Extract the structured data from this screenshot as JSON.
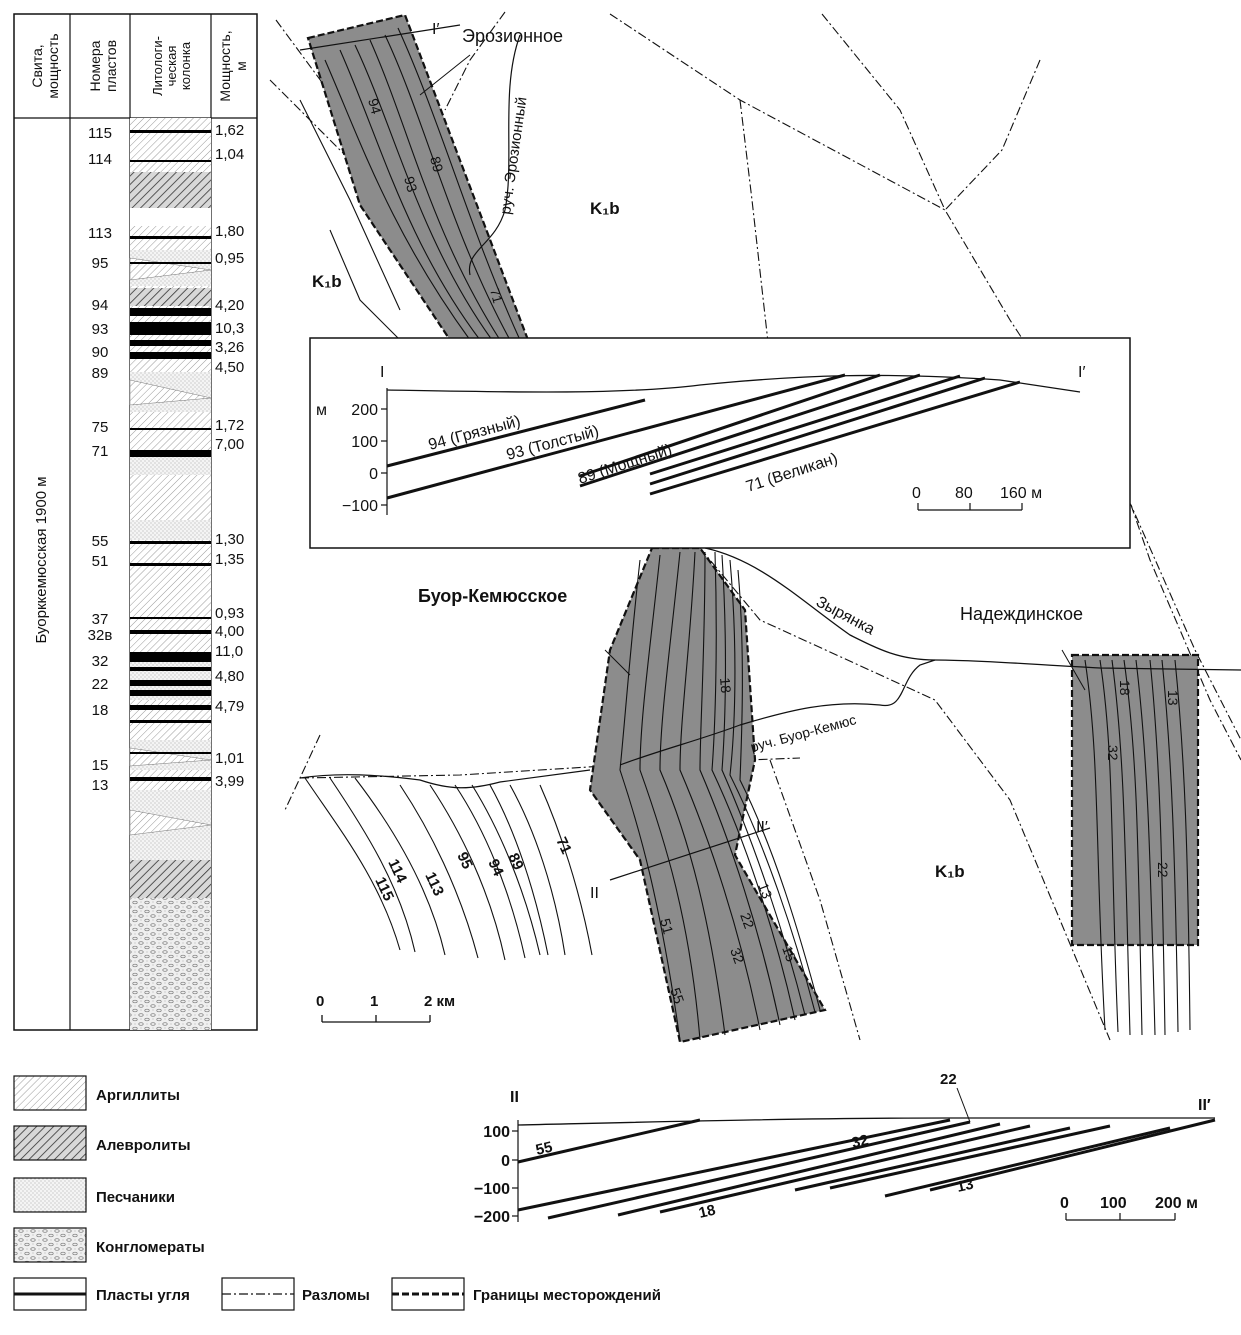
{
  "column": {
    "headers": {
      "suite": "Свита, мощность",
      "seam_numbers": "Номера пластов",
      "lithology": "Литологи-ческая колонка",
      "thickness": "Мощность, м"
    },
    "formation": "Буорккемюсская 1900 м",
    "seams": [
      {
        "num": "115",
        "thickness": "1,62"
      },
      {
        "num": "114",
        "thickness": "1,04"
      },
      {
        "num": "113",
        "thickness": "1,80"
      },
      {
        "num": "95",
        "thickness": "0,95"
      },
      {
        "num": "94",
        "thickness": "4,20"
      },
      {
        "num": "93",
        "thickness": "10,3"
      },
      {
        "num": "90",
        "thickness": "3,26"
      },
      {
        "num": "89",
        "thickness": "4,50"
      },
      {
        "num": "75",
        "thickness": "1,72"
      },
      {
        "num": "71",
        "thickness": "7,00"
      },
      {
        "num": "55",
        "thickness": "1,30"
      },
      {
        "num": "51",
        "thickness": "1,35"
      },
      {
        "num": "37",
        "thickness": "0,93"
      },
      {
        "num": "32в",
        "thickness": "4,00"
      },
      {
        "num": "32",
        "thickness": "11,0"
      },
      {
        "num": "22",
        "thickness": "4,80"
      },
      {
        "num": "18",
        "thickness": "4,79"
      },
      {
        "num": "15",
        "thickness": "1,01"
      },
      {
        "num": "13",
        "thickness": "3,99"
      }
    ]
  },
  "map": {
    "deposit_erosion": "Эрозионное",
    "deposit_buor": "Буор-Кемюсское",
    "deposit_nadezh": "Надеждинское",
    "stream_erosion": "руч. Эрозионный",
    "stream_buor": "руч. Буор-Кемюс",
    "river": "Зырянка",
    "formation_code": "K₁b",
    "section1_start": "I",
    "section1_end": "I′",
    "section2_start": "II",
    "section2_end": "II′",
    "seam_labels_north": [
      "94",
      "93",
      "89",
      "71"
    ],
    "seam_labels_west": [
      "115",
      "114",
      "113",
      "95",
      "94",
      "89",
      "71"
    ],
    "seam_labels_buor": [
      "18",
      "51",
      "55",
      "13",
      "22",
      "32",
      "15"
    ],
    "seam_labels_nadezh": [
      "18",
      "32",
      "13",
      "22"
    ],
    "scale": {
      "ticks": [
        "0",
        "1",
        "2 км"
      ]
    }
  },
  "section1": {
    "label_start": "I",
    "label_end": "I′",
    "axis_unit": "м",
    "y_ticks": [
      "200",
      "100",
      "0",
      "−100"
    ],
    "seams": [
      "94 (Грязный)",
      "93 (Толстый)",
      "89 (Мощный)",
      "71 (Великан)"
    ],
    "scale": {
      "ticks": [
        "0",
        "80",
        "160 м"
      ]
    }
  },
  "section2": {
    "label_start": "II",
    "label_end": "II′",
    "y_ticks": [
      "100",
      "0",
      "−100",
      "−200"
    ],
    "seams": [
      "55",
      "32",
      "22",
      "18",
      "13"
    ],
    "scale": {
      "ticks": [
        "0",
        "100",
        "200 м"
      ]
    }
  },
  "legend": {
    "argillites": "Аргиллиты",
    "siltstones": "Алевролиты",
    "sandstones": "Песчаники",
    "conglomerates": "Конгломераты",
    "coal": "Пласты угля",
    "faults": "Разломы",
    "boundaries": "Границы месторождений"
  }
}
